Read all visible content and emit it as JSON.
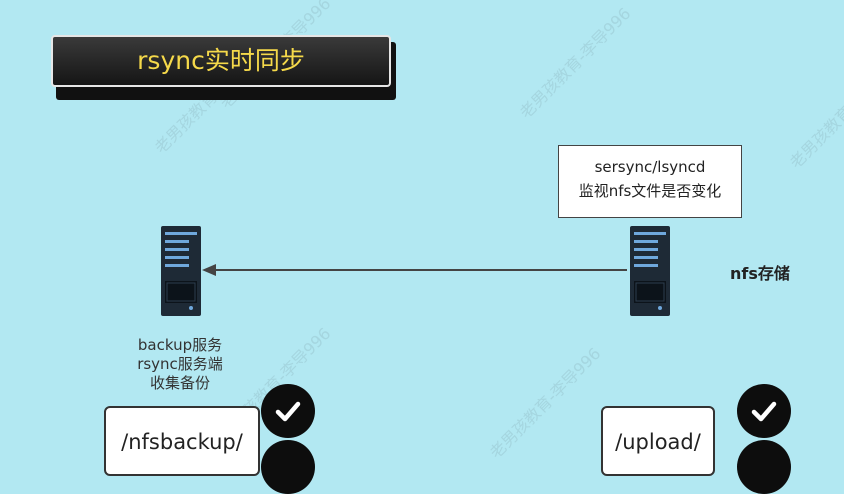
{
  "title": "rsync实时同步",
  "callout": {
    "line1": "sersync/lsyncd",
    "line2": "监视nfs文件是否变化"
  },
  "backup_server": {
    "line1": "backup服务",
    "line2": "rsync服务端",
    "line3": "收集备份",
    "dir": "/nfsbackup/"
  },
  "nfs_server": {
    "label": "nfs存储",
    "dir": "/upload/"
  },
  "watermark": "老男孩教育-李导996",
  "colors": {
    "background": "#b2e8f2",
    "title_text": "#f5d94a",
    "server_body": "#1e2a36",
    "server_accent": "#6fa8dc"
  }
}
